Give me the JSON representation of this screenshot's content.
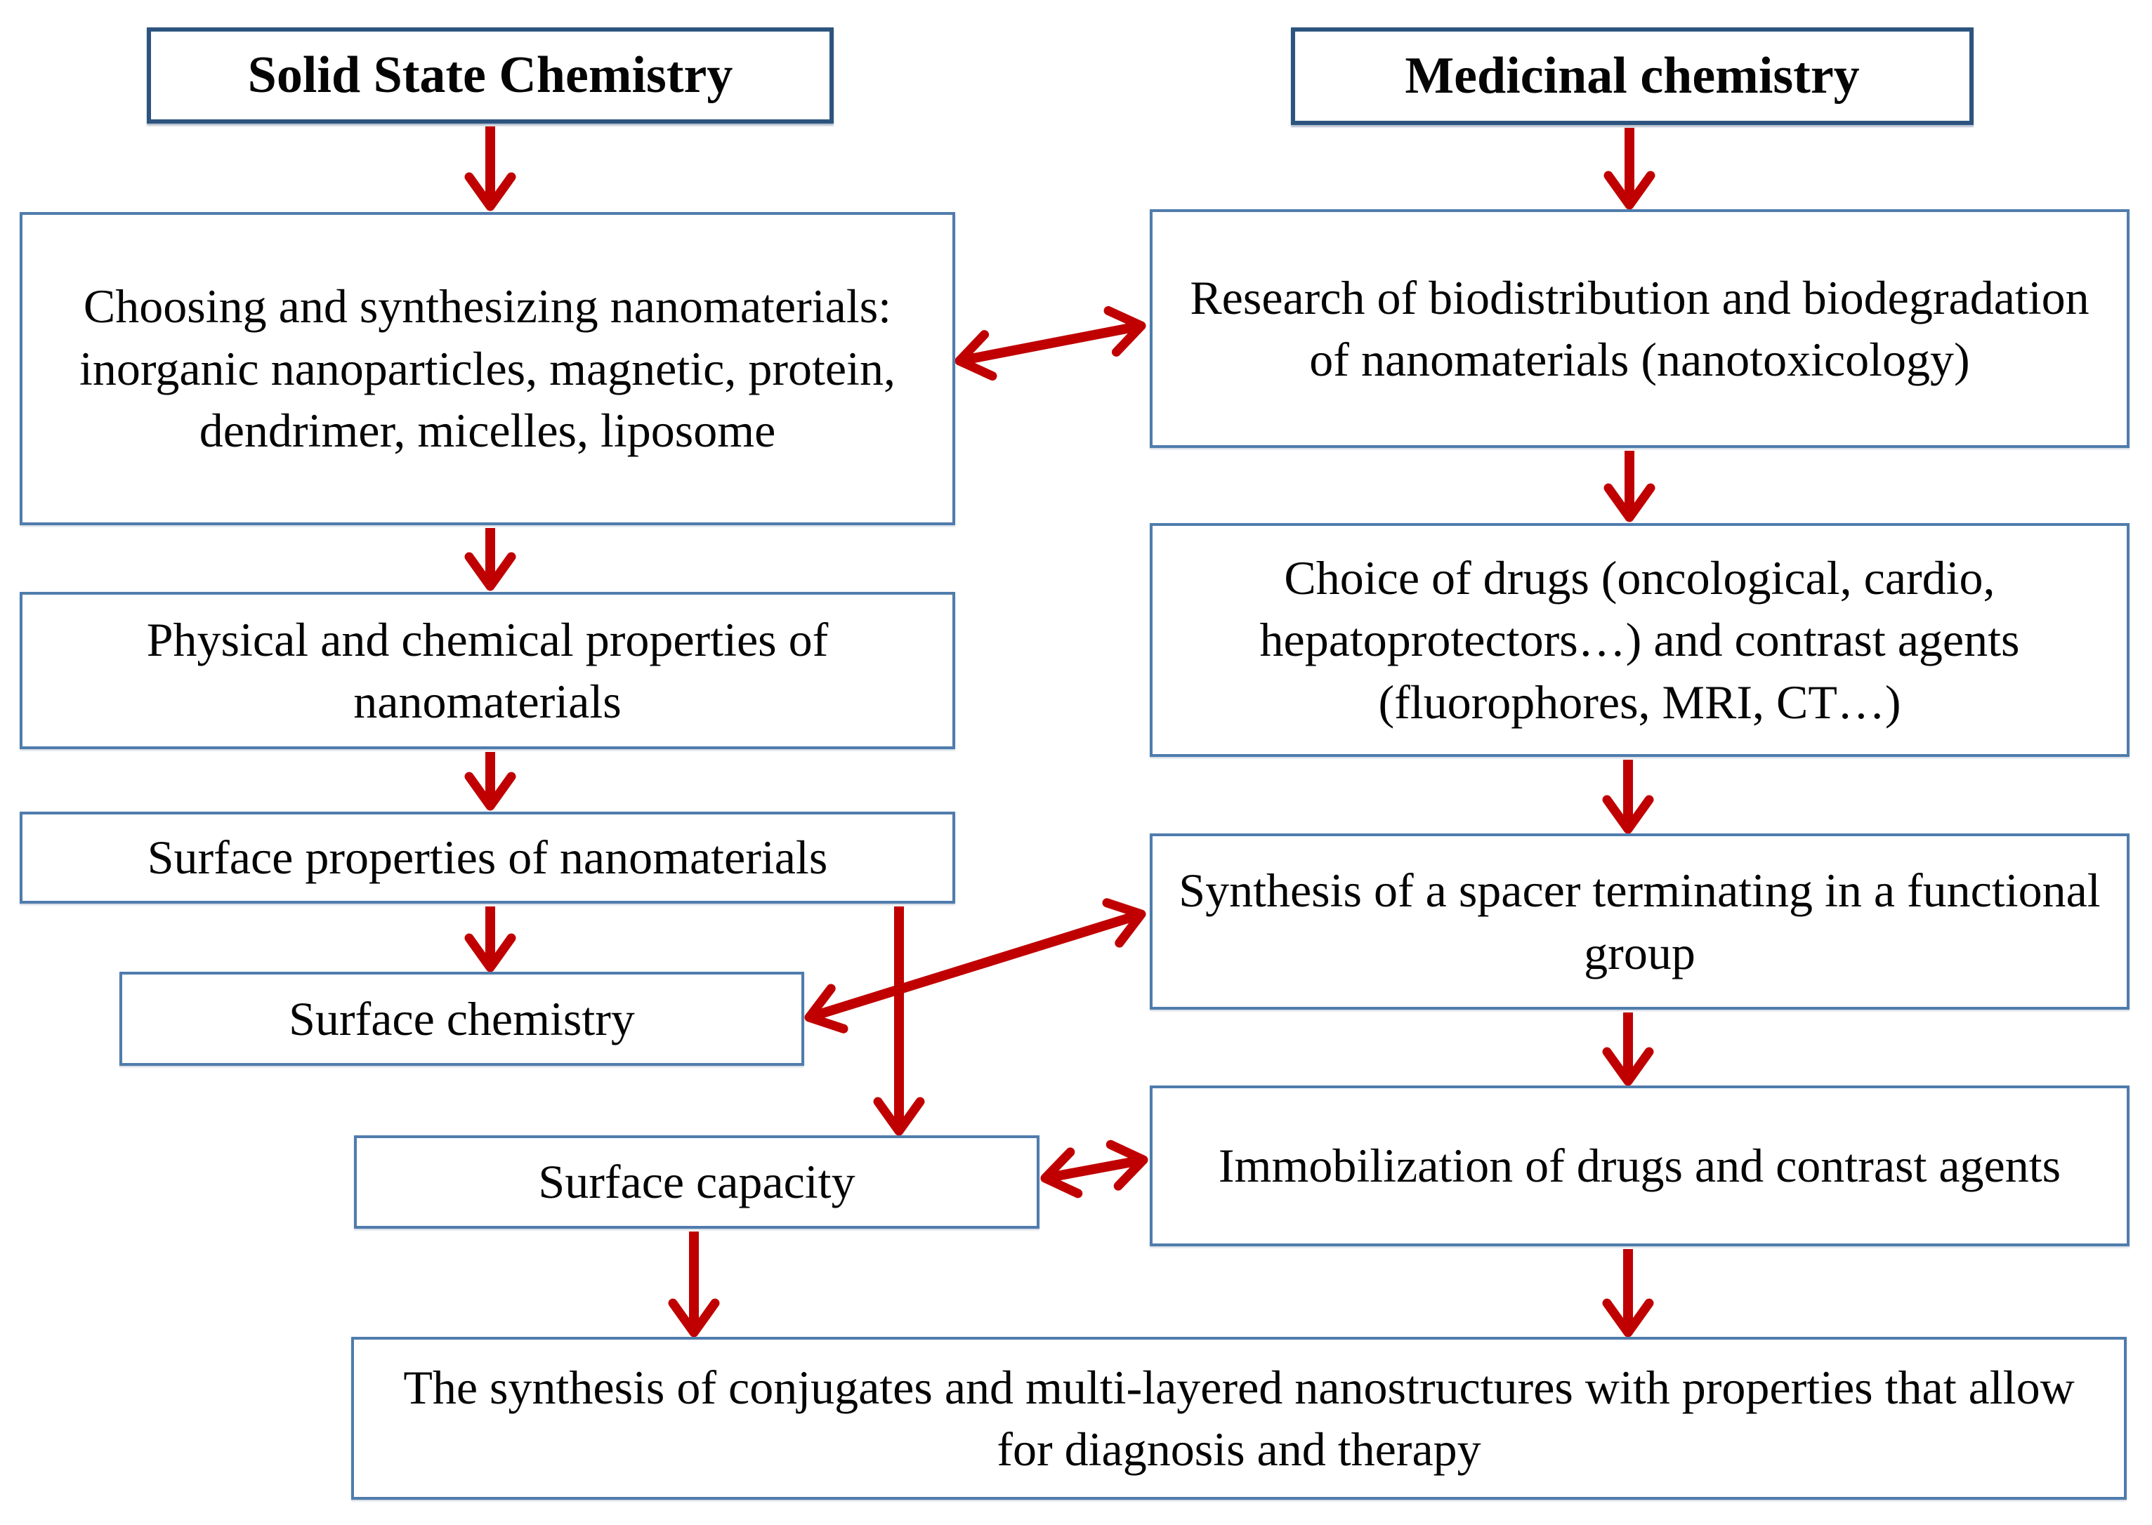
{
  "diagram_title": "Flowchart: solid state chemistry and medicinal chemistry routes to theranostic nanostructures",
  "colors": {
    "arrow_red": "#c00000",
    "box_border_blue": "#4f7cac",
    "title_border_blue": "#2d547e",
    "text": "#050505",
    "background": "#ffffff"
  },
  "nodes": {
    "solid_state_chemistry": {
      "label": "Solid State Chemistry",
      "role": "column-header"
    },
    "medicinal_chemistry": {
      "label": "Medicinal chemistry",
      "role": "column-header"
    },
    "choosing_synthesizing": {
      "label": "Choosing and synthesizing nanomaterials: inorganic nanoparticles, magnetic, protein, dendrimer, micelles, liposome"
    },
    "research_biodistribution": {
      "label": "Research of biodistribution and biodegradation of nanomaterials (nanotoxicology)"
    },
    "physical_chemical_properties": {
      "label": "Physical and chemical properties of nanomaterials"
    },
    "choice_of_drugs": {
      "label": "Choice of drugs (oncological, cardio, hepatoprotectors…) and contrast agents (fluorophores, MRI, CT…)"
    },
    "surface_properties": {
      "label": "Surface properties of nanomaterials"
    },
    "synthesis_spacer": {
      "label": "Synthesis of a spacer terminating in a functional group"
    },
    "surface_chemistry": {
      "label": "Surface chemistry"
    },
    "surface_capacity": {
      "label": "Surface capacity"
    },
    "immobilization": {
      "label": "Immobilization of drugs and contrast agents"
    },
    "final_synthesis": {
      "label": "The synthesis of conjugates and multi-layered nanostructures with properties that allow for diagnosis and therapy"
    }
  },
  "edges": [
    {
      "from": "solid_state_chemistry",
      "to": "choosing_synthesizing",
      "direction": "one-way"
    },
    {
      "from": "medicinal_chemistry",
      "to": "research_biodistribution",
      "direction": "one-way"
    },
    {
      "from": "choosing_synthesizing",
      "to": "research_biodistribution",
      "direction": "two-way"
    },
    {
      "from": "research_biodistribution",
      "to": "choice_of_drugs",
      "direction": "one-way"
    },
    {
      "from": "choosing_synthesizing",
      "to": "physical_chemical_properties",
      "direction": "one-way"
    },
    {
      "from": "physical_chemical_properties",
      "to": "surface_properties",
      "direction": "one-way"
    },
    {
      "from": "surface_properties",
      "to": "surface_chemistry",
      "direction": "one-way"
    },
    {
      "from": "surface_properties",
      "to": "surface_capacity",
      "direction": "one-way"
    },
    {
      "from": "choice_of_drugs",
      "to": "synthesis_spacer",
      "direction": "one-way"
    },
    {
      "from": "surface_chemistry",
      "to": "synthesis_spacer",
      "direction": "two-way"
    },
    {
      "from": "synthesis_spacer",
      "to": "immobilization",
      "direction": "one-way"
    },
    {
      "from": "surface_capacity",
      "to": "immobilization",
      "direction": "two-way"
    },
    {
      "from": "surface_capacity",
      "to": "final_synthesis",
      "direction": "one-way"
    },
    {
      "from": "immobilization",
      "to": "final_synthesis",
      "direction": "one-way"
    }
  ]
}
